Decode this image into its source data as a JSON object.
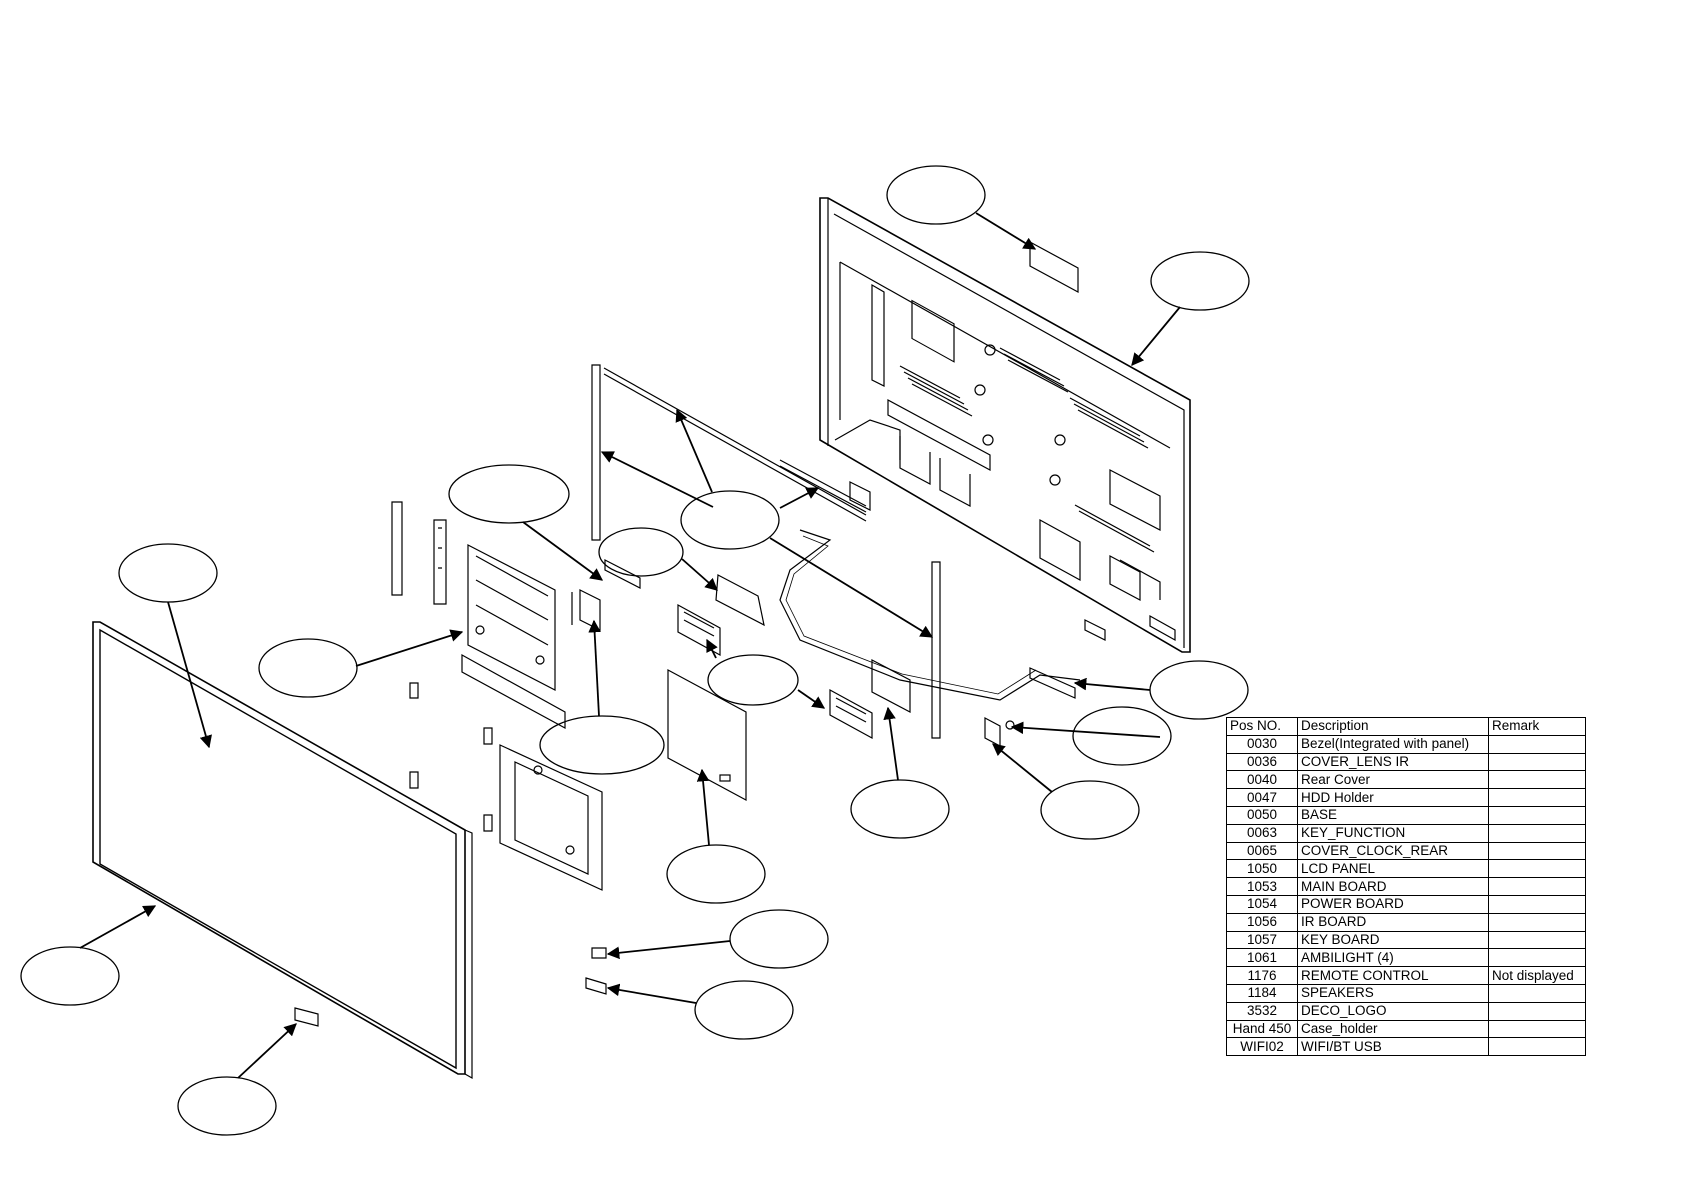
{
  "table": {
    "headers": [
      "Pos NO.",
      "Description",
      "Remark"
    ],
    "rows": [
      {
        "pos": "0030",
        "desc": "Bezel(Integrated with panel)",
        "remark": ""
      },
      {
        "pos": "0036",
        "desc": "COVER_LENS IR",
        "remark": ""
      },
      {
        "pos": "0040",
        "desc": "Rear Cover",
        "remark": ""
      },
      {
        "pos": "0047",
        "desc": "HDD Holder",
        "remark": ""
      },
      {
        "pos": "0050",
        "desc": "BASE",
        "remark": ""
      },
      {
        "pos": "0063",
        "desc": "KEY_FUNCTION",
        "remark": ""
      },
      {
        "pos": "0065",
        "desc": "COVER_CLOCK_REAR",
        "remark": ""
      },
      {
        "pos": "1050",
        "desc": "LCD PANEL",
        "remark": ""
      },
      {
        "pos": "1053",
        "desc": "MAIN BOARD",
        "remark": ""
      },
      {
        "pos": "1054",
        "desc": "POWER BOARD",
        "remark": ""
      },
      {
        "pos": "1056",
        "desc": "IR BOARD",
        "remark": ""
      },
      {
        "pos": "1057",
        "desc": "KEY BOARD",
        "remark": ""
      },
      {
        "pos": "1061",
        "desc": "AMBILIGHT (4)",
        "remark": ""
      },
      {
        "pos": "1176",
        "desc": "REMOTE CONTROL",
        "remark": "Not displayed"
      },
      {
        "pos": "1184",
        "desc": "SPEAKERS",
        "remark": ""
      },
      {
        "pos": "3532",
        "desc": "DECO_LOGO",
        "remark": ""
      },
      {
        "pos": "Hand 450",
        "desc": "Case_holder",
        "remark": ""
      },
      {
        "pos": "WIFI02",
        "desc": "WIFI/BT USB",
        "remark": ""
      }
    ]
  }
}
